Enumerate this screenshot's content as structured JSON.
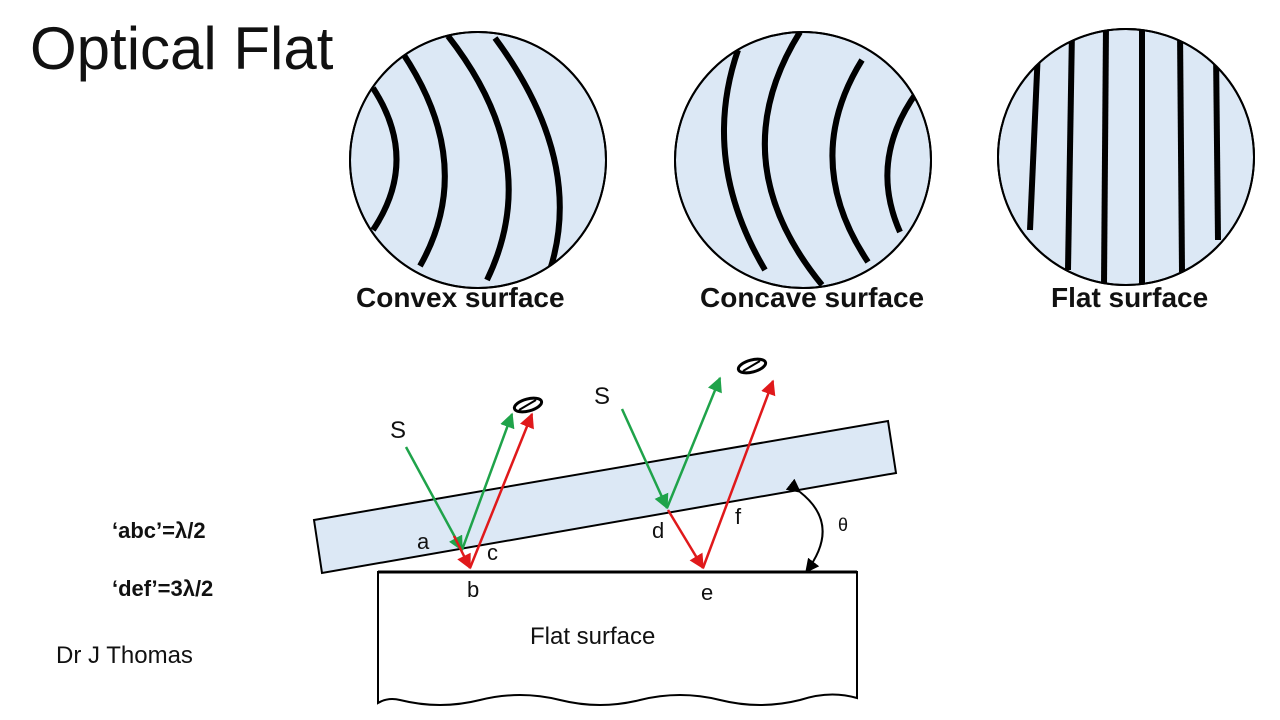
{
  "slide": {
    "title": "Optical Flat",
    "captions": {
      "convex": "Convex surface",
      "concave": "Concave surface",
      "flat": "Flat surface"
    },
    "equations": {
      "abc": "‘abc’=λ/2",
      "def": "‘def’=3λ/2"
    },
    "author": "Dr J Thomas"
  },
  "diagram": {
    "labels": {
      "source1": "S",
      "source2": "S",
      "a": "a",
      "b": "b",
      "c": "c",
      "d": "d",
      "e": "e",
      "f": "f",
      "theta": "θ",
      "base": "Flat surface"
    },
    "colors": {
      "fill": "#dce8f5",
      "green_ray": "#1fa34a",
      "red_ray": "#e0191b",
      "stroke": "#000000"
    }
  }
}
